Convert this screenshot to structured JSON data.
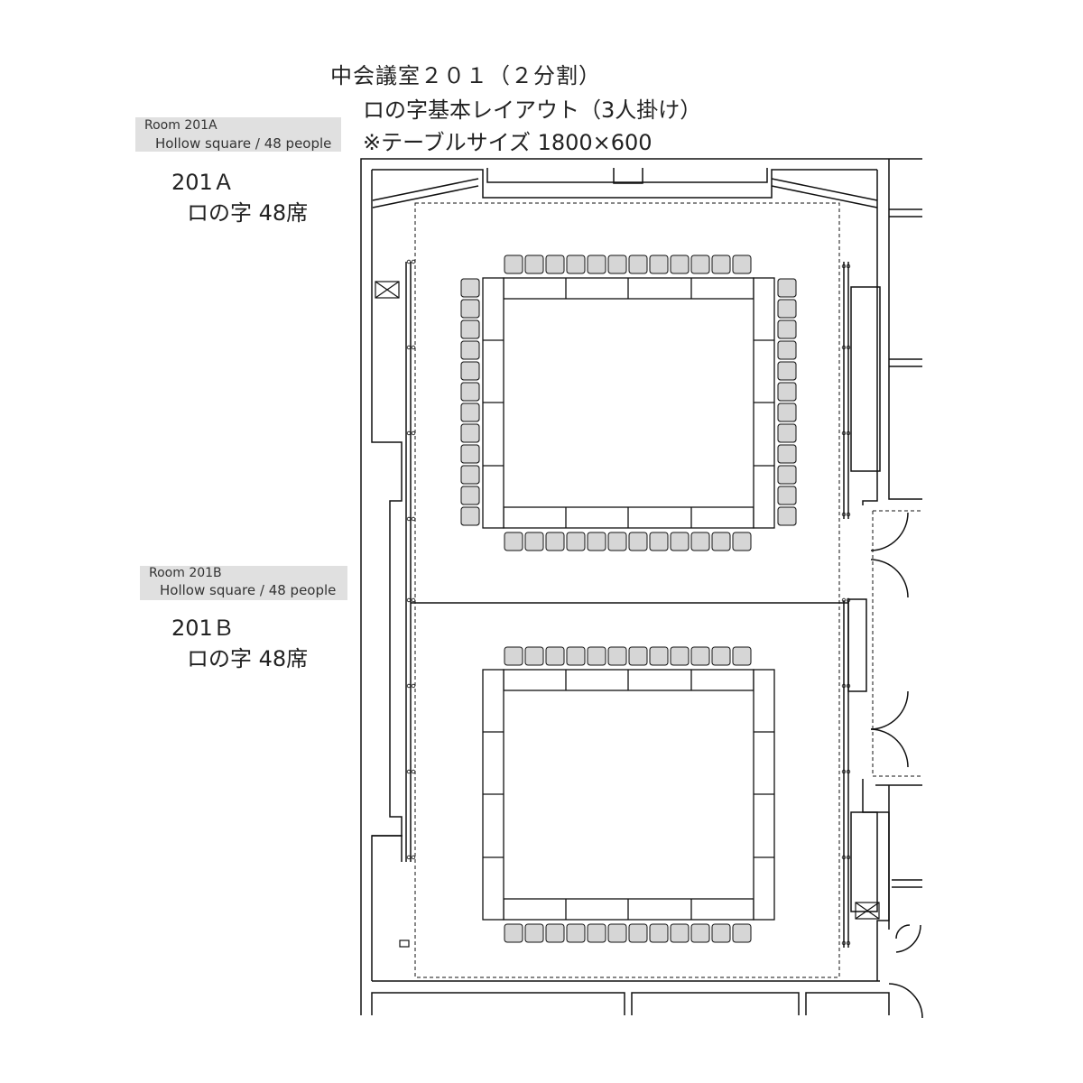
{
  "header": {
    "title": "中会議室２０１（２分割）",
    "layout": "ロの字基本レイアウト（3人掛け）",
    "table_size": "※テーブルサイズ  1800×600"
  },
  "rooms": [
    {
      "badge_en_name": "Room 201A",
      "badge_en_desc": "Hollow square / 48 people",
      "label_code": "201Ａ",
      "label_desc": "ロの字  48席"
    },
    {
      "badge_en_name": "Room 201B",
      "badge_en_desc": "Hollow square / 48 people",
      "label_code": "201Ｂ",
      "label_desc": "ロの字  48席"
    }
  ],
  "colors": {
    "chair_fill": "#d6d6d6",
    "stroke": "#111111",
    "badge_bg": "#e0e0e0"
  }
}
